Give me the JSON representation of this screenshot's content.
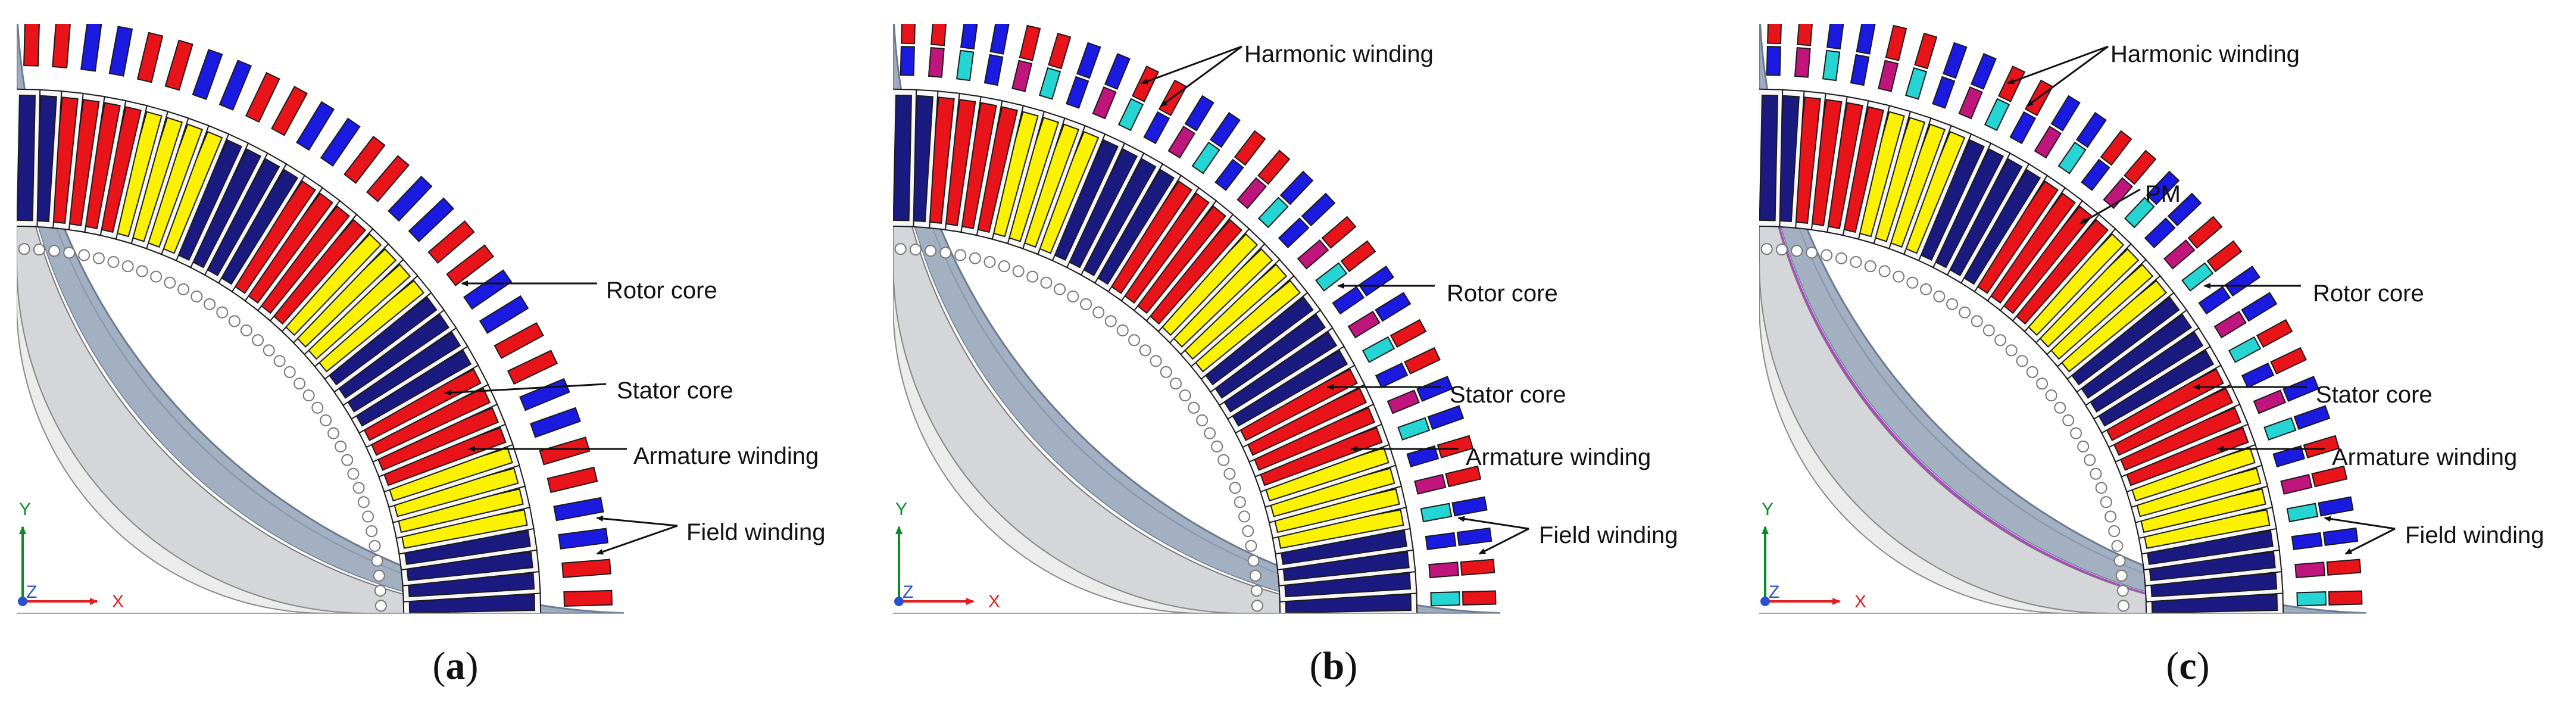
{
  "colors": {
    "stator_core": "#d4d6d9",
    "rotor_core": "#a3b0c2",
    "field_red": "#e8141a",
    "field_blue": "#1a1ae0",
    "armature_yellow": "#fbf200",
    "armature_navy": "#1a1a80",
    "harmonic_cyan": "#24d5d4",
    "harmonic_magenta": "#c0157c",
    "pm": "#b145c8",
    "axis_y": "#0a8a2a",
    "axis_x": "#e02020",
    "axis_origin": "#2a50d0"
  },
  "panels": [
    {
      "id": "a",
      "caption": "a",
      "labels": [
        {
          "key": "rotor",
          "text": "Rotor core"
        },
        {
          "key": "stator",
          "text": "Stator core"
        },
        {
          "key": "armature",
          "text": "Armature winding"
        },
        {
          "key": "field",
          "text": "Field winding"
        }
      ],
      "axes": {
        "y": "Y",
        "z": "Z",
        "x": "X"
      }
    },
    {
      "id": "b",
      "caption": "b",
      "labels": [
        {
          "key": "harmonic",
          "text": "Harmonic winding"
        },
        {
          "key": "rotor",
          "text": "Rotor core"
        },
        {
          "key": "stator",
          "text": "Stator core"
        },
        {
          "key": "armature",
          "text": "Armature winding"
        },
        {
          "key": "field",
          "text": "Field winding"
        }
      ],
      "axes": {
        "y": "Y",
        "z": "Z",
        "x": "X"
      }
    },
    {
      "id": "c",
      "caption": "c",
      "labels": [
        {
          "key": "harmonic",
          "text": "Harmonic winding"
        },
        {
          "key": "pm",
          "text": "PM"
        },
        {
          "key": "rotor",
          "text": "Rotor core"
        },
        {
          "key": "stator",
          "text": "Stator core"
        },
        {
          "key": "armature",
          "text": "Armature winding"
        },
        {
          "key": "field",
          "text": "Field winding"
        }
      ],
      "axes": {
        "y": "Y",
        "z": "Z",
        "x": "X"
      }
    }
  ]
}
